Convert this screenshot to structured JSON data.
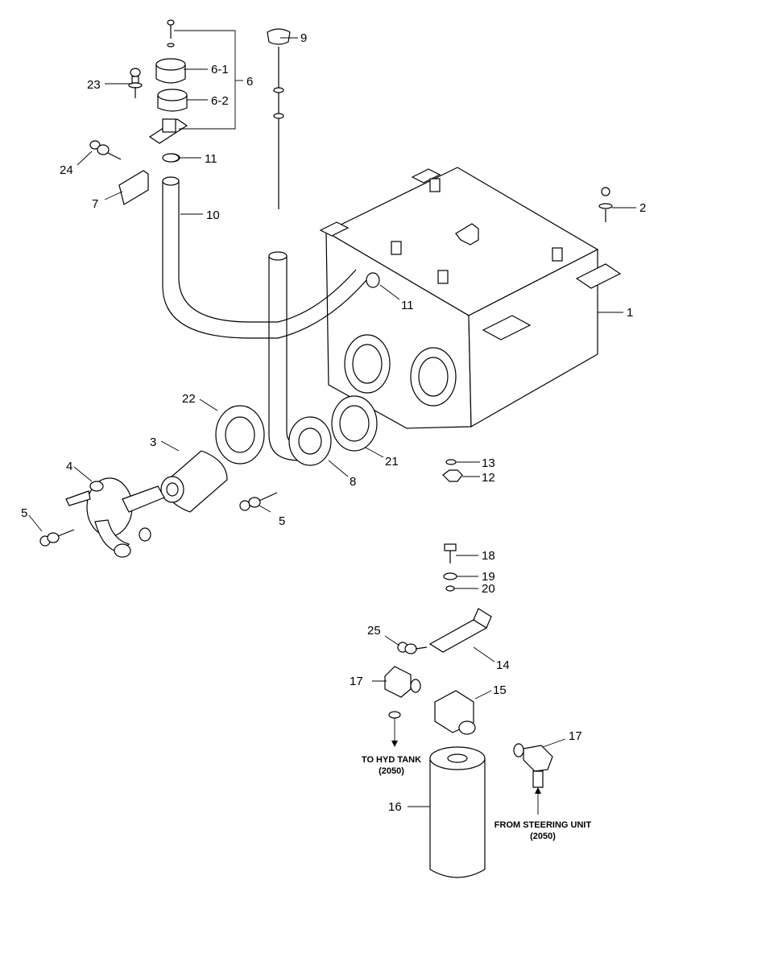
{
  "labels": {
    "p1": "1",
    "p2": "2",
    "p3": "3",
    "p4": "4",
    "p5a": "5",
    "p5b": "5",
    "p6": "6",
    "p6_1": "6-1",
    "p6_2": "6-2",
    "p7": "7",
    "p8": "8",
    "p9": "9",
    "p10": "10",
    "p11a": "11",
    "p11b": "11",
    "p12": "12",
    "p13": "13",
    "p14": "14",
    "p15": "15",
    "p16": "16",
    "p17a": "17",
    "p17b": "17",
    "p18": "18",
    "p19": "19",
    "p20": "20",
    "p21": "21",
    "p22": "22",
    "p23": "23",
    "p24": "24",
    "p25": "25"
  },
  "notes": {
    "to_hyd_tank": "TO HYD TANK",
    "to_hyd_tank_ref": "(2050)",
    "from_steering": "FROM STEERING UNIT",
    "from_steering_ref": "(2050)"
  }
}
